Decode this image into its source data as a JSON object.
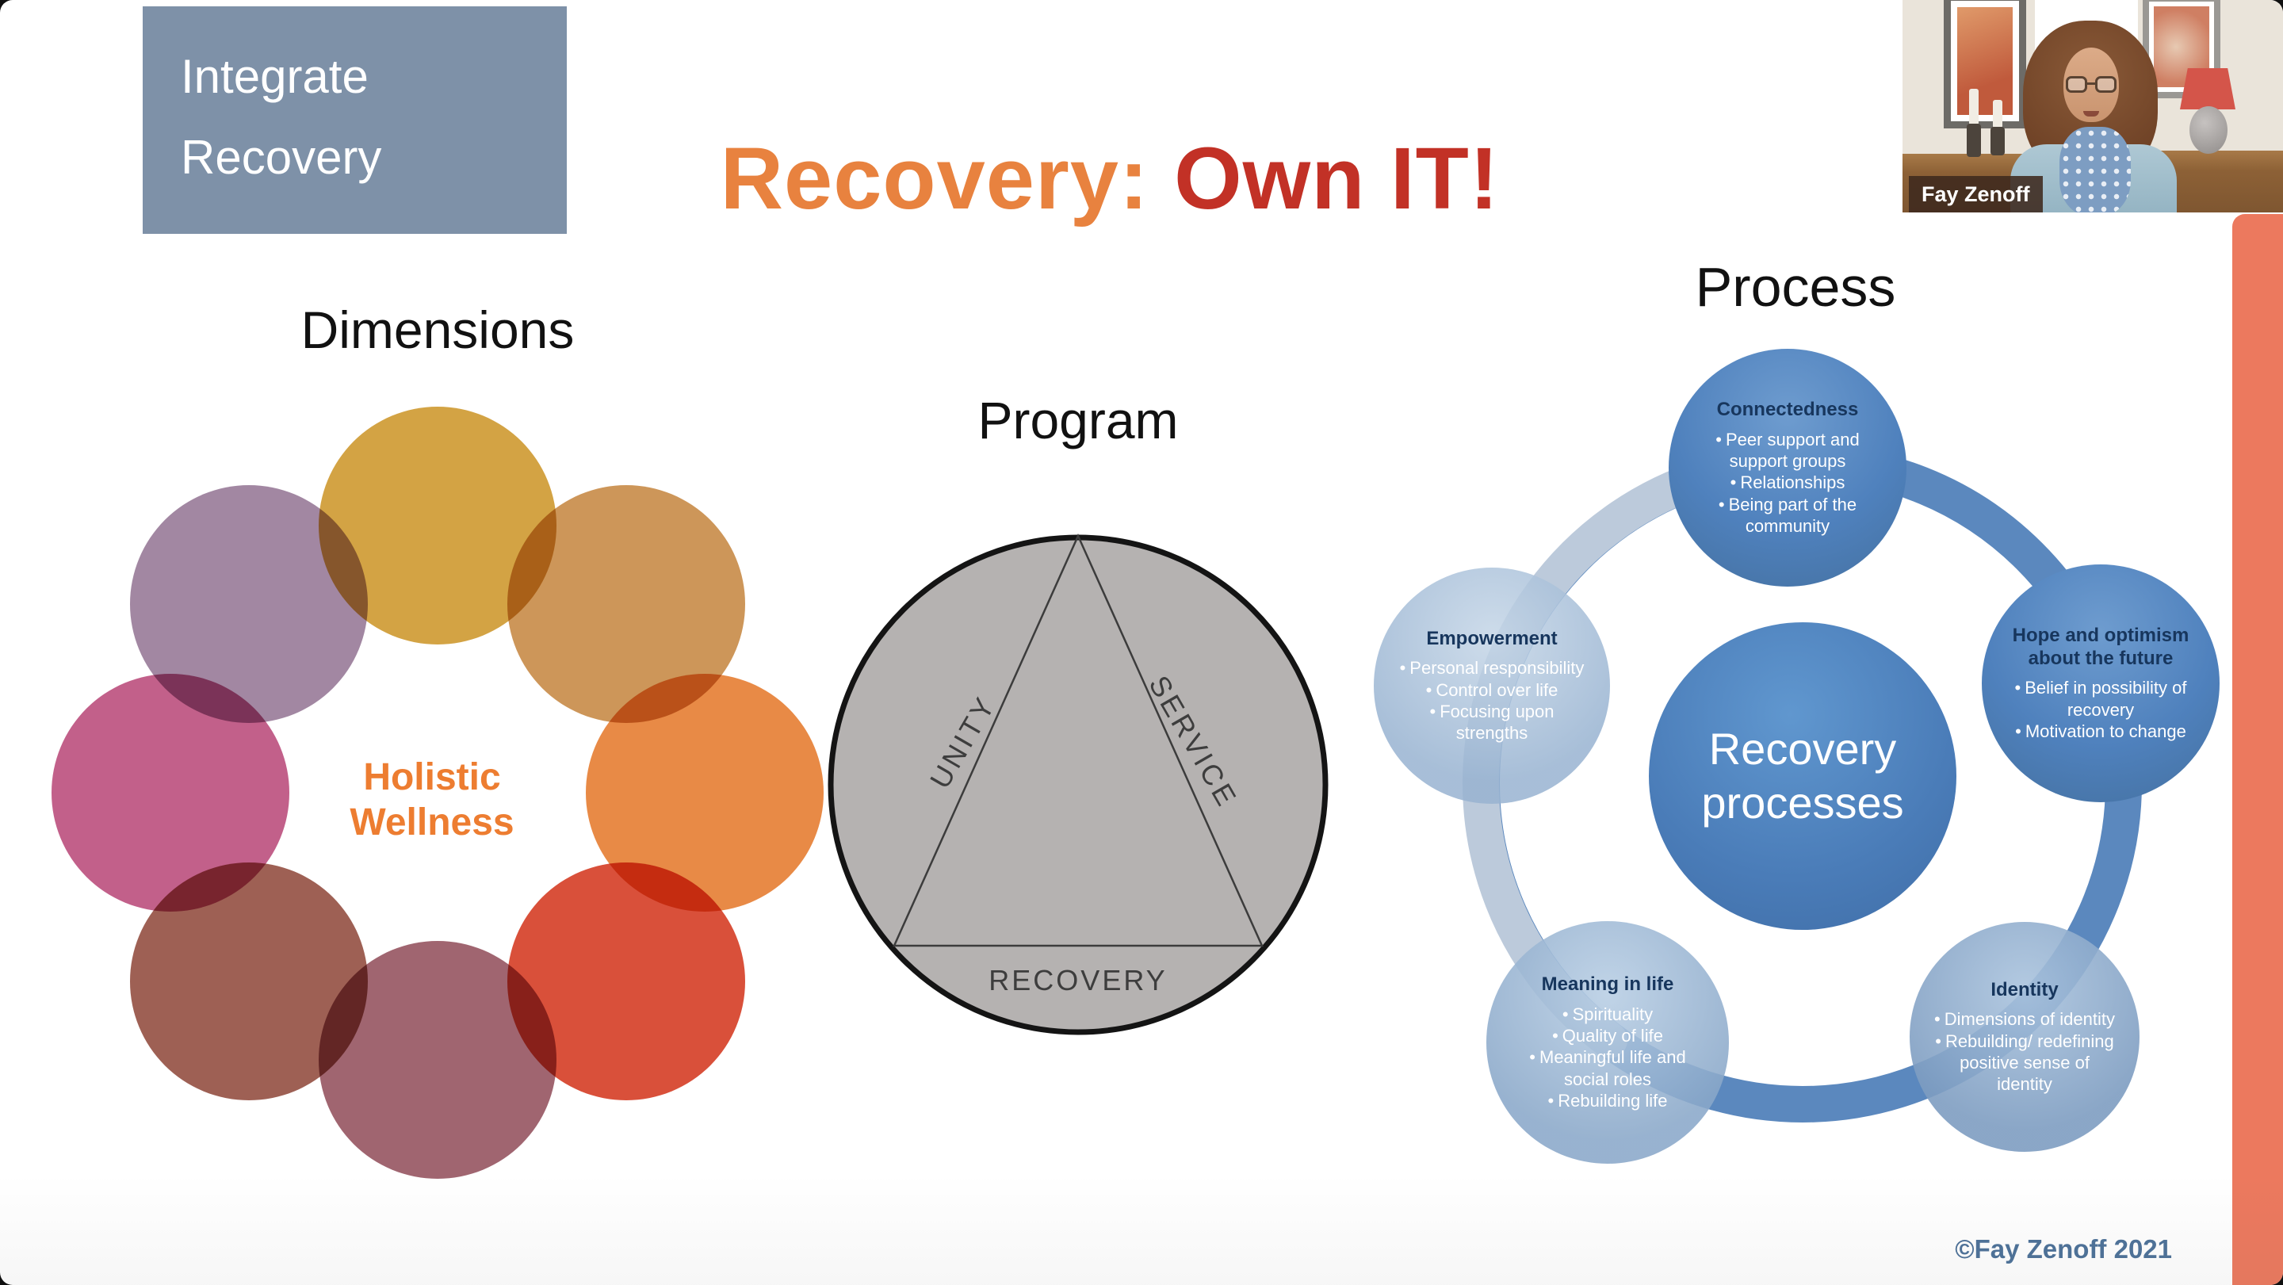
{
  "logo": {
    "line1": "Integrate",
    "line2": "Recovery",
    "bg_color": "#7e91a8",
    "text_color": "#ffffff"
  },
  "title": {
    "prefix": "Recovery: ",
    "emphasis": "Own IT!",
    "prefix_color": "#e8823f",
    "emphasis_color": "#c23126"
  },
  "webcam": {
    "participant_name": "Fay Zenoff"
  },
  "accent": {
    "strip_color": "#ec795e"
  },
  "dimensions": {
    "heading": "Dimensions",
    "center_line1": "Holistic",
    "center_line2": "Wellness",
    "center_color": "#ed7d31",
    "circles": [
      {
        "position": "top",
        "color": "#d3a344"
      },
      {
        "position": "top-right",
        "color": "#cd9659"
      },
      {
        "position": "right",
        "color": "#e88a46"
      },
      {
        "position": "bottom-right",
        "color": "#d9503a"
      },
      {
        "position": "bottom",
        "color": "#a06570"
      },
      {
        "position": "bottom-left",
        "color": "#9e6054"
      },
      {
        "position": "left",
        "color": "#c2608a"
      },
      {
        "position": "top-left",
        "color": "#a287a2"
      }
    ]
  },
  "program": {
    "heading": "Program",
    "unity": "UNITY",
    "service": "SERVICE",
    "recovery": "RECOVERY",
    "circle_color": "#b5b2b1"
  },
  "process": {
    "heading": "Process",
    "ring_color": "#5282ba",
    "ring_light_color": "#bccadb",
    "center_line1": "Recovery",
    "center_line2": "processes",
    "center_color": "#4a7cb8",
    "bubbles": [
      {
        "title": "Connectedness",
        "variant": "dark",
        "color": "#4f81bd",
        "bullets": [
          "Peer support and support groups",
          "Relationships",
          "Being part of the community"
        ]
      },
      {
        "title": "Hope and optimism about the future",
        "variant": "dark",
        "color": "#4f81bd",
        "bullets": [
          "Belief in possibility of recovery",
          "Motivation to change"
        ]
      },
      {
        "title": "Identity",
        "variant": "light",
        "color": "#8fb0d4",
        "bullets": [
          "Dimensions of identity",
          "Rebuilding/ redefining positive sense of identity"
        ]
      },
      {
        "title": "Meaning in life",
        "variant": "light",
        "color": "#9ab9da",
        "bullets": [
          "Spirituality",
          "Quality of life",
          "Meaningful life and social roles",
          "Rebuilding life"
        ]
      },
      {
        "title": "Empowerment",
        "variant": "light",
        "color": "#aec6e0",
        "bullets": [
          "Personal responsibility",
          "Control over life",
          "Focusing upon strengths"
        ]
      }
    ]
  },
  "footer": {
    "copyright": "©Fay Zenoff 2021",
    "color": "#4d7299"
  }
}
